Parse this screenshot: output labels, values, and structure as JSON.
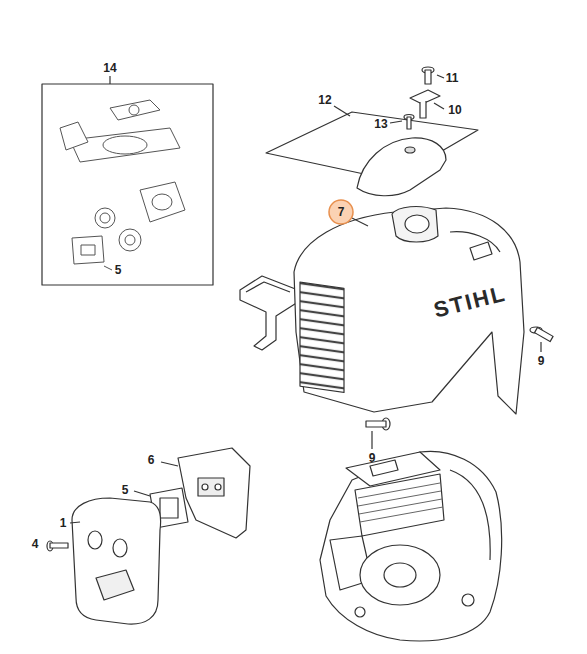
{
  "diagram": {
    "nodes": [
      {
        "text": [
          "7"
        ]
      }
    ],
    "labels": [
      "14",
      "11",
      "12",
      "10",
      "13",
      "5",
      "9",
      "9",
      "6",
      "5",
      "1",
      "4",
      "STIHL"
    ]
  }
}
